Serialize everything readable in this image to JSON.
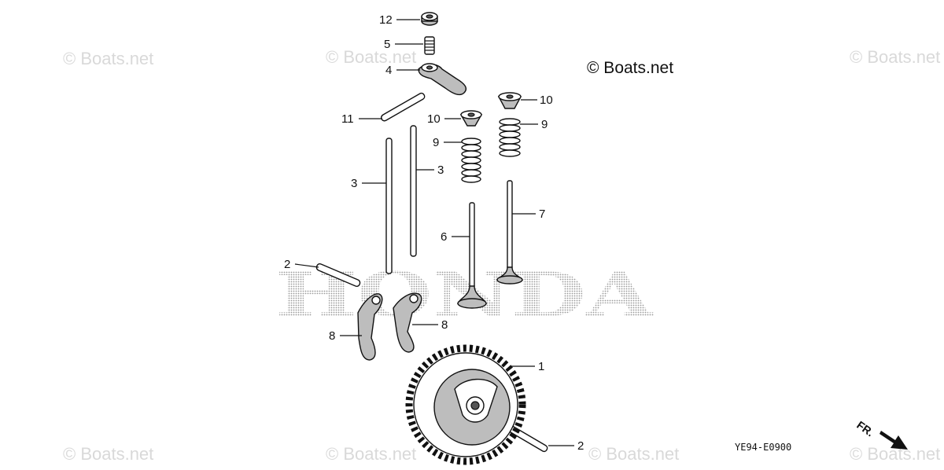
{
  "watermark": {
    "text": "© Boats.net"
  },
  "copyright": {
    "text": "© Boats.net"
  },
  "brand_watermark": {
    "text": "HONDA"
  },
  "diagram_code": {
    "text": "YE94-E0900"
  },
  "front_indicator": {
    "text": "FR."
  },
  "callouts": [
    {
      "id": "c12",
      "text": "12"
    },
    {
      "id": "c5",
      "text": "5"
    },
    {
      "id": "c4",
      "text": "4"
    },
    {
      "id": "c11",
      "text": "11"
    },
    {
      "id": "c10a",
      "text": "10"
    },
    {
      "id": "c10b",
      "text": "10"
    },
    {
      "id": "c9a",
      "text": "9"
    },
    {
      "id": "c9b",
      "text": "9"
    },
    {
      "id": "c3a",
      "text": "3"
    },
    {
      "id": "c3b",
      "text": "3"
    },
    {
      "id": "c6",
      "text": "6"
    },
    {
      "id": "c7",
      "text": "7"
    },
    {
      "id": "c2a",
      "text": "2"
    },
    {
      "id": "c8a",
      "text": "8"
    },
    {
      "id": "c8b",
      "text": "8"
    },
    {
      "id": "c1",
      "text": "1"
    },
    {
      "id": "c2b",
      "text": "2"
    }
  ]
}
